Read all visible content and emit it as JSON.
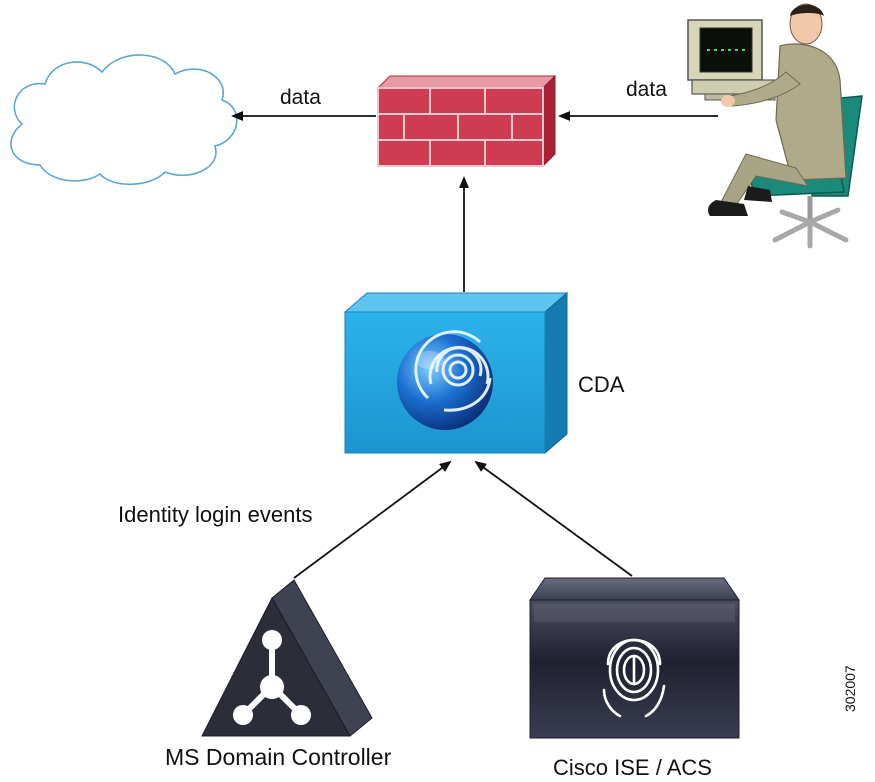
{
  "labels": {
    "data_to_cloud": "data",
    "data_from_user": "data",
    "cda": "CDA",
    "identity_login_events": "Identity login events",
    "ms_domain_controller": "MS Domain Controller",
    "cisco_ise_acs": "Cisco ISE / ACS",
    "figure_id": "302007"
  },
  "icons": {
    "cloud": "cloud-icon",
    "firewall": "firewall-icon",
    "user": "user-workstation-icon",
    "cda": "cda-appliance-icon",
    "domain_controller": "domain-controller-icon",
    "ise": "ise-appliance-icon"
  },
  "colors": {
    "cloud_stroke": "#5aa7d6",
    "firewall_red": "#c9354a",
    "cda_blue": "#1fa3dc",
    "ise_dark": "#2f3140",
    "dc_dark": "#2b2d38"
  }
}
